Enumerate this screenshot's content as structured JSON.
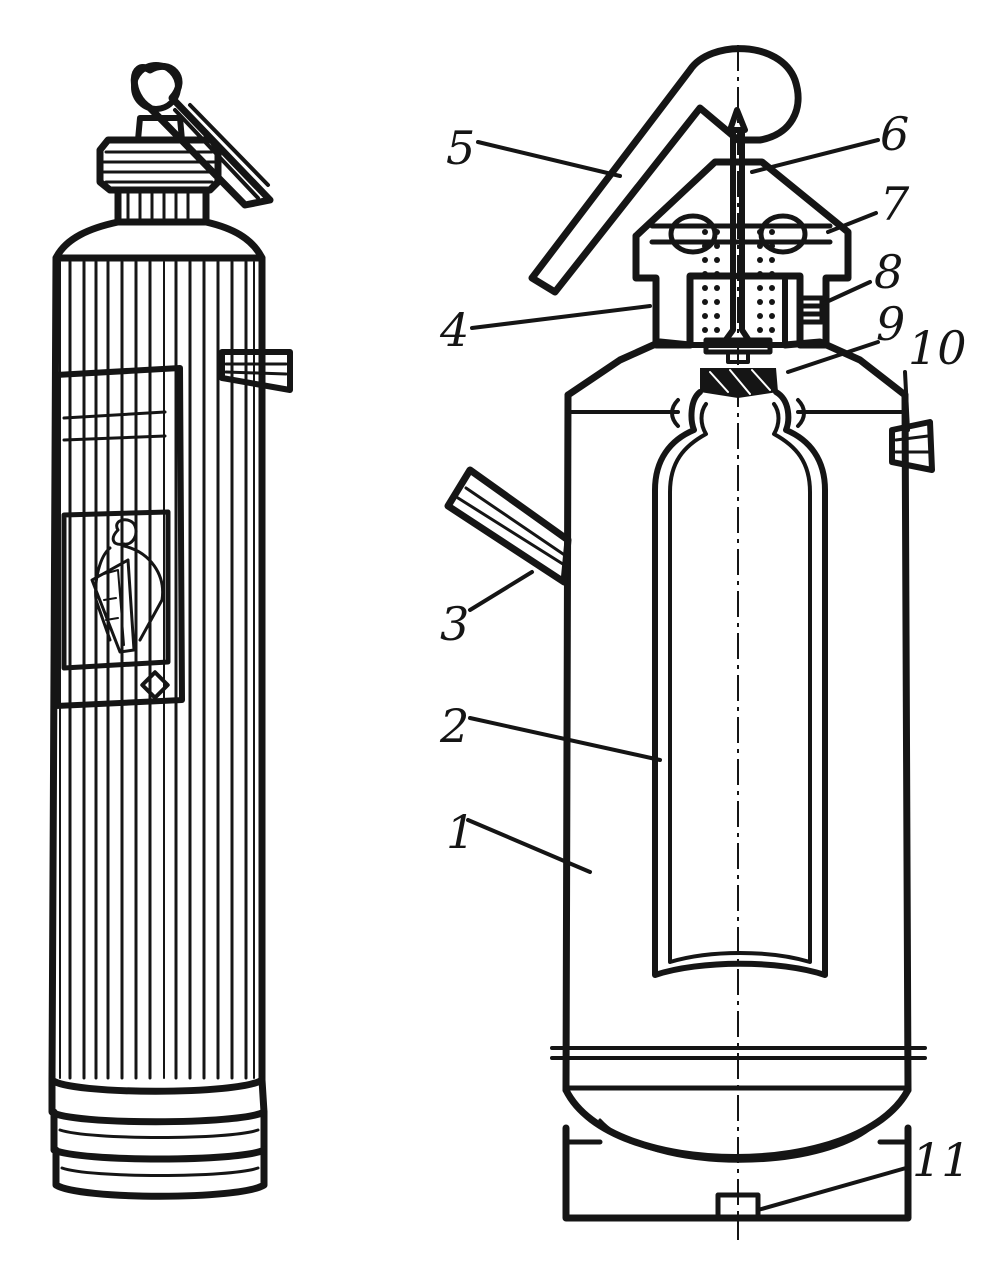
{
  "figure": {
    "callouts": [
      {
        "id": "1",
        "text": "1"
      },
      {
        "id": "2",
        "text": "2"
      },
      {
        "id": "3",
        "text": "3"
      },
      {
        "id": "4",
        "text": "4"
      },
      {
        "id": "5",
        "text": "5"
      },
      {
        "id": "6",
        "text": "6"
      },
      {
        "id": "7",
        "text": "7"
      },
      {
        "id": "8",
        "text": "8"
      },
      {
        "id": "9",
        "text": "9"
      },
      {
        "id": "10",
        "text": "10"
      },
      {
        "id": "11",
        "text": "11"
      }
    ],
    "colors": {
      "ink": "#151515",
      "paper": "#ffffff"
    }
  }
}
